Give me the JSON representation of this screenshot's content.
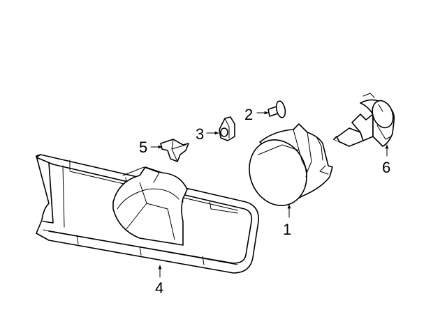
{
  "diagram": {
    "parts": [
      {
        "id": "lamp",
        "callout": "1"
      },
      {
        "id": "screw",
        "callout": "2"
      },
      {
        "id": "nut",
        "callout": "3"
      },
      {
        "id": "bezel",
        "callout": "4"
      },
      {
        "id": "bracket",
        "callout": "5"
      },
      {
        "id": "bulb",
        "callout": "6"
      }
    ]
  }
}
